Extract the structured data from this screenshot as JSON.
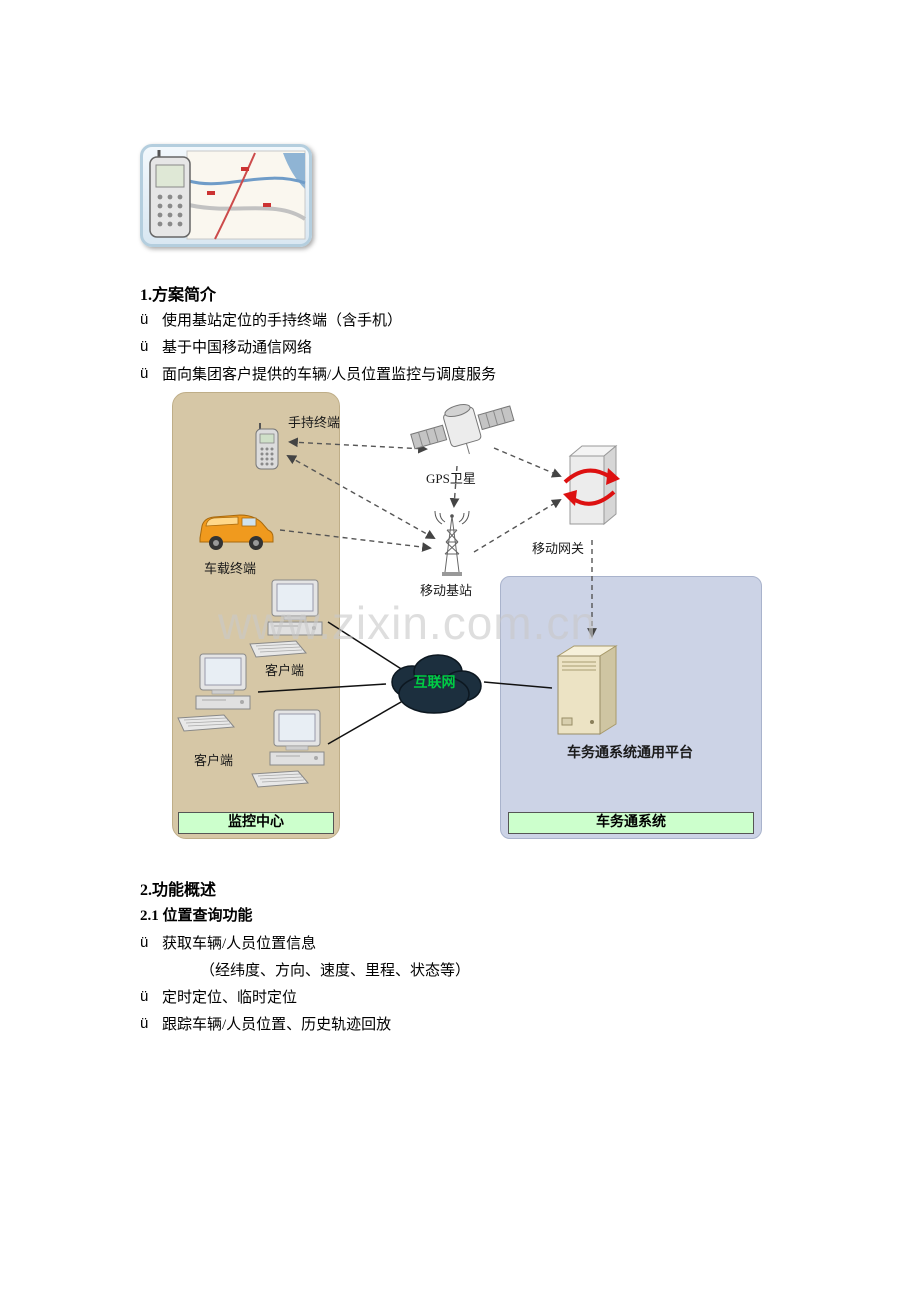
{
  "document": {
    "section1": {
      "heading": "1.方案简介",
      "bullets": [
        {
          "marker": "ü",
          "text": "使用基站定位的手持终端（含手机）"
        },
        {
          "marker": "ü",
          "text": "基于中国移动通信网络"
        },
        {
          "marker": "ü",
          "text": "面向集团客户提供的车辆/人员位置监控与调度服务"
        }
      ]
    },
    "section2": {
      "heading": "2.功能概述",
      "subheading": "2.1 位置查询功能",
      "bullets": [
        {
          "marker": "ü",
          "text": "获取车辆/人员位置信息"
        },
        {
          "marker": "",
          "text": "（经纬度、方向、速度、里程、状态等）"
        },
        {
          "marker": "ü",
          "text": "定时定位、临时定位"
        },
        {
          "marker": "ü",
          "text": "跟踪车辆/人员位置、历史轨迹回放"
        }
      ]
    }
  },
  "diagram": {
    "watermark": "www.zixin.com.cn",
    "labels": {
      "handheld_terminal": "手持终端",
      "gps_satellite": "GPS卫星",
      "mobile_gateway": "移动网关",
      "vehicle_terminal": "车载终端",
      "mobile_base_station": "移动基站",
      "client1": "客户端",
      "client2": "客户端",
      "internet": "互联网",
      "platform": "车务通系统通用平台",
      "monitoring_center": "监控中心",
      "system": "车务通系统"
    },
    "colors": {
      "left_panel": "#d6c7a6",
      "right_panel": "#ccd3e6",
      "green_bar": "#ccffcc",
      "internet_text": "#00cc44",
      "gateway_arrow": "#dd1111"
    }
  }
}
